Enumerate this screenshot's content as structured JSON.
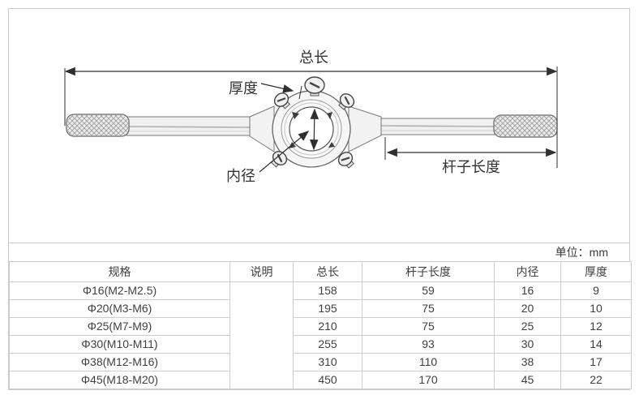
{
  "unit_note": "单位：mm",
  "colors": {
    "frame_border": "#cbcbcb",
    "table_border": "#cdcdcd",
    "text": "#3f3f3f",
    "dimension_line": "#2f2f2f"
  },
  "diagram": {
    "description": "die-stock-wrench-technical-drawing",
    "labels": {
      "total_length": "总长",
      "thickness": "厚度",
      "inner_diameter": "内径",
      "rod_length": "杆子长度"
    }
  },
  "table": {
    "headers": [
      "规格",
      "说明",
      "总长",
      "杆子长度",
      "内径",
      "厚度"
    ],
    "rows": [
      {
        "spec": "Φ16(M2-M2.5)",
        "desc": "",
        "total_length": "158",
        "rod_length": "59",
        "inner_diameter": "16",
        "thickness": "9"
      },
      {
        "spec": "Φ20(M3-M6)",
        "desc": "",
        "total_length": "195",
        "rod_length": "75",
        "inner_diameter": "20",
        "thickness": "10"
      },
      {
        "spec": "Φ25(M7-M9)",
        "desc": "",
        "total_length": "210",
        "rod_length": "75",
        "inner_diameter": "25",
        "thickness": "12"
      },
      {
        "spec": "Φ30(M10-M11)",
        "desc": "",
        "total_length": "255",
        "rod_length": "93",
        "inner_diameter": "30",
        "thickness": "14"
      },
      {
        "spec": "Φ38(M12-M16)",
        "desc": "",
        "total_length": "310",
        "rod_length": "110",
        "inner_diameter": "38",
        "thickness": "17"
      },
      {
        "spec": "Φ45(M18-M20)",
        "desc": "",
        "total_length": "450",
        "rod_length": "170",
        "inner_diameter": "45",
        "thickness": "22"
      }
    ]
  }
}
